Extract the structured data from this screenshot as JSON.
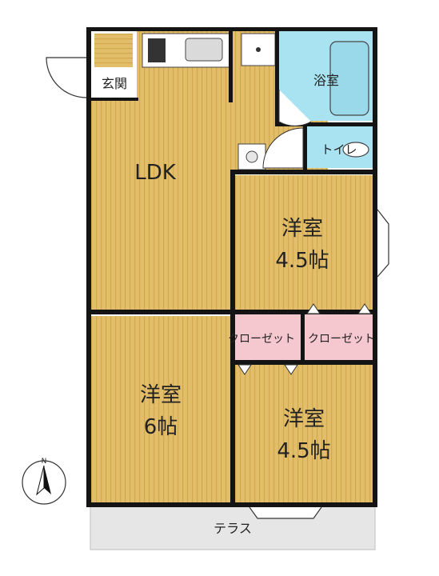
{
  "rooms": {
    "entrance": "玄関",
    "ldk": "LDK",
    "bath": "浴室",
    "toilet": "トイレ",
    "bedroom_top": {
      "name": "洋室",
      "size": "4.5帖"
    },
    "bedroom_left": {
      "name": "洋室",
      "size": "6帖"
    },
    "bedroom_right": {
      "name": "洋室",
      "size": "4.5帖"
    },
    "closet_left": "クローゼット",
    "closet_right": "クローゼット",
    "terrace": "テラス"
  },
  "compass": {
    "north_label": "N"
  },
  "colors": {
    "floor": "#e2bd6a",
    "floor_stripe": "#d3a94e",
    "wall": "#141414",
    "bath": "#a9e3f1",
    "closet": "#f5c7cf",
    "terrace": "#e6e6e6"
  }
}
